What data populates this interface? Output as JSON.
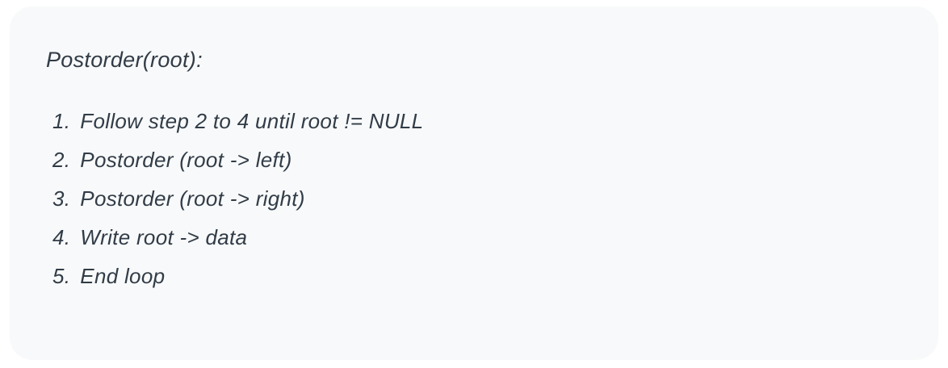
{
  "pseudocode": {
    "title": "Postorder(root):",
    "steps": [
      {
        "number": "1.",
        "text": "Follow step 2 to 4 until root != NULL"
      },
      {
        "number": "2.",
        "text": "Postorder (root -> left)"
      },
      {
        "number": "3.",
        "text": "Postorder (root -> right)"
      },
      {
        "number": "4.",
        "text": "Write root -> data"
      },
      {
        "number": "5.",
        "text": "End loop"
      }
    ]
  },
  "colors": {
    "card_background": "#f8f9fa",
    "page_background": "#ffffff",
    "text": "#313c47"
  }
}
